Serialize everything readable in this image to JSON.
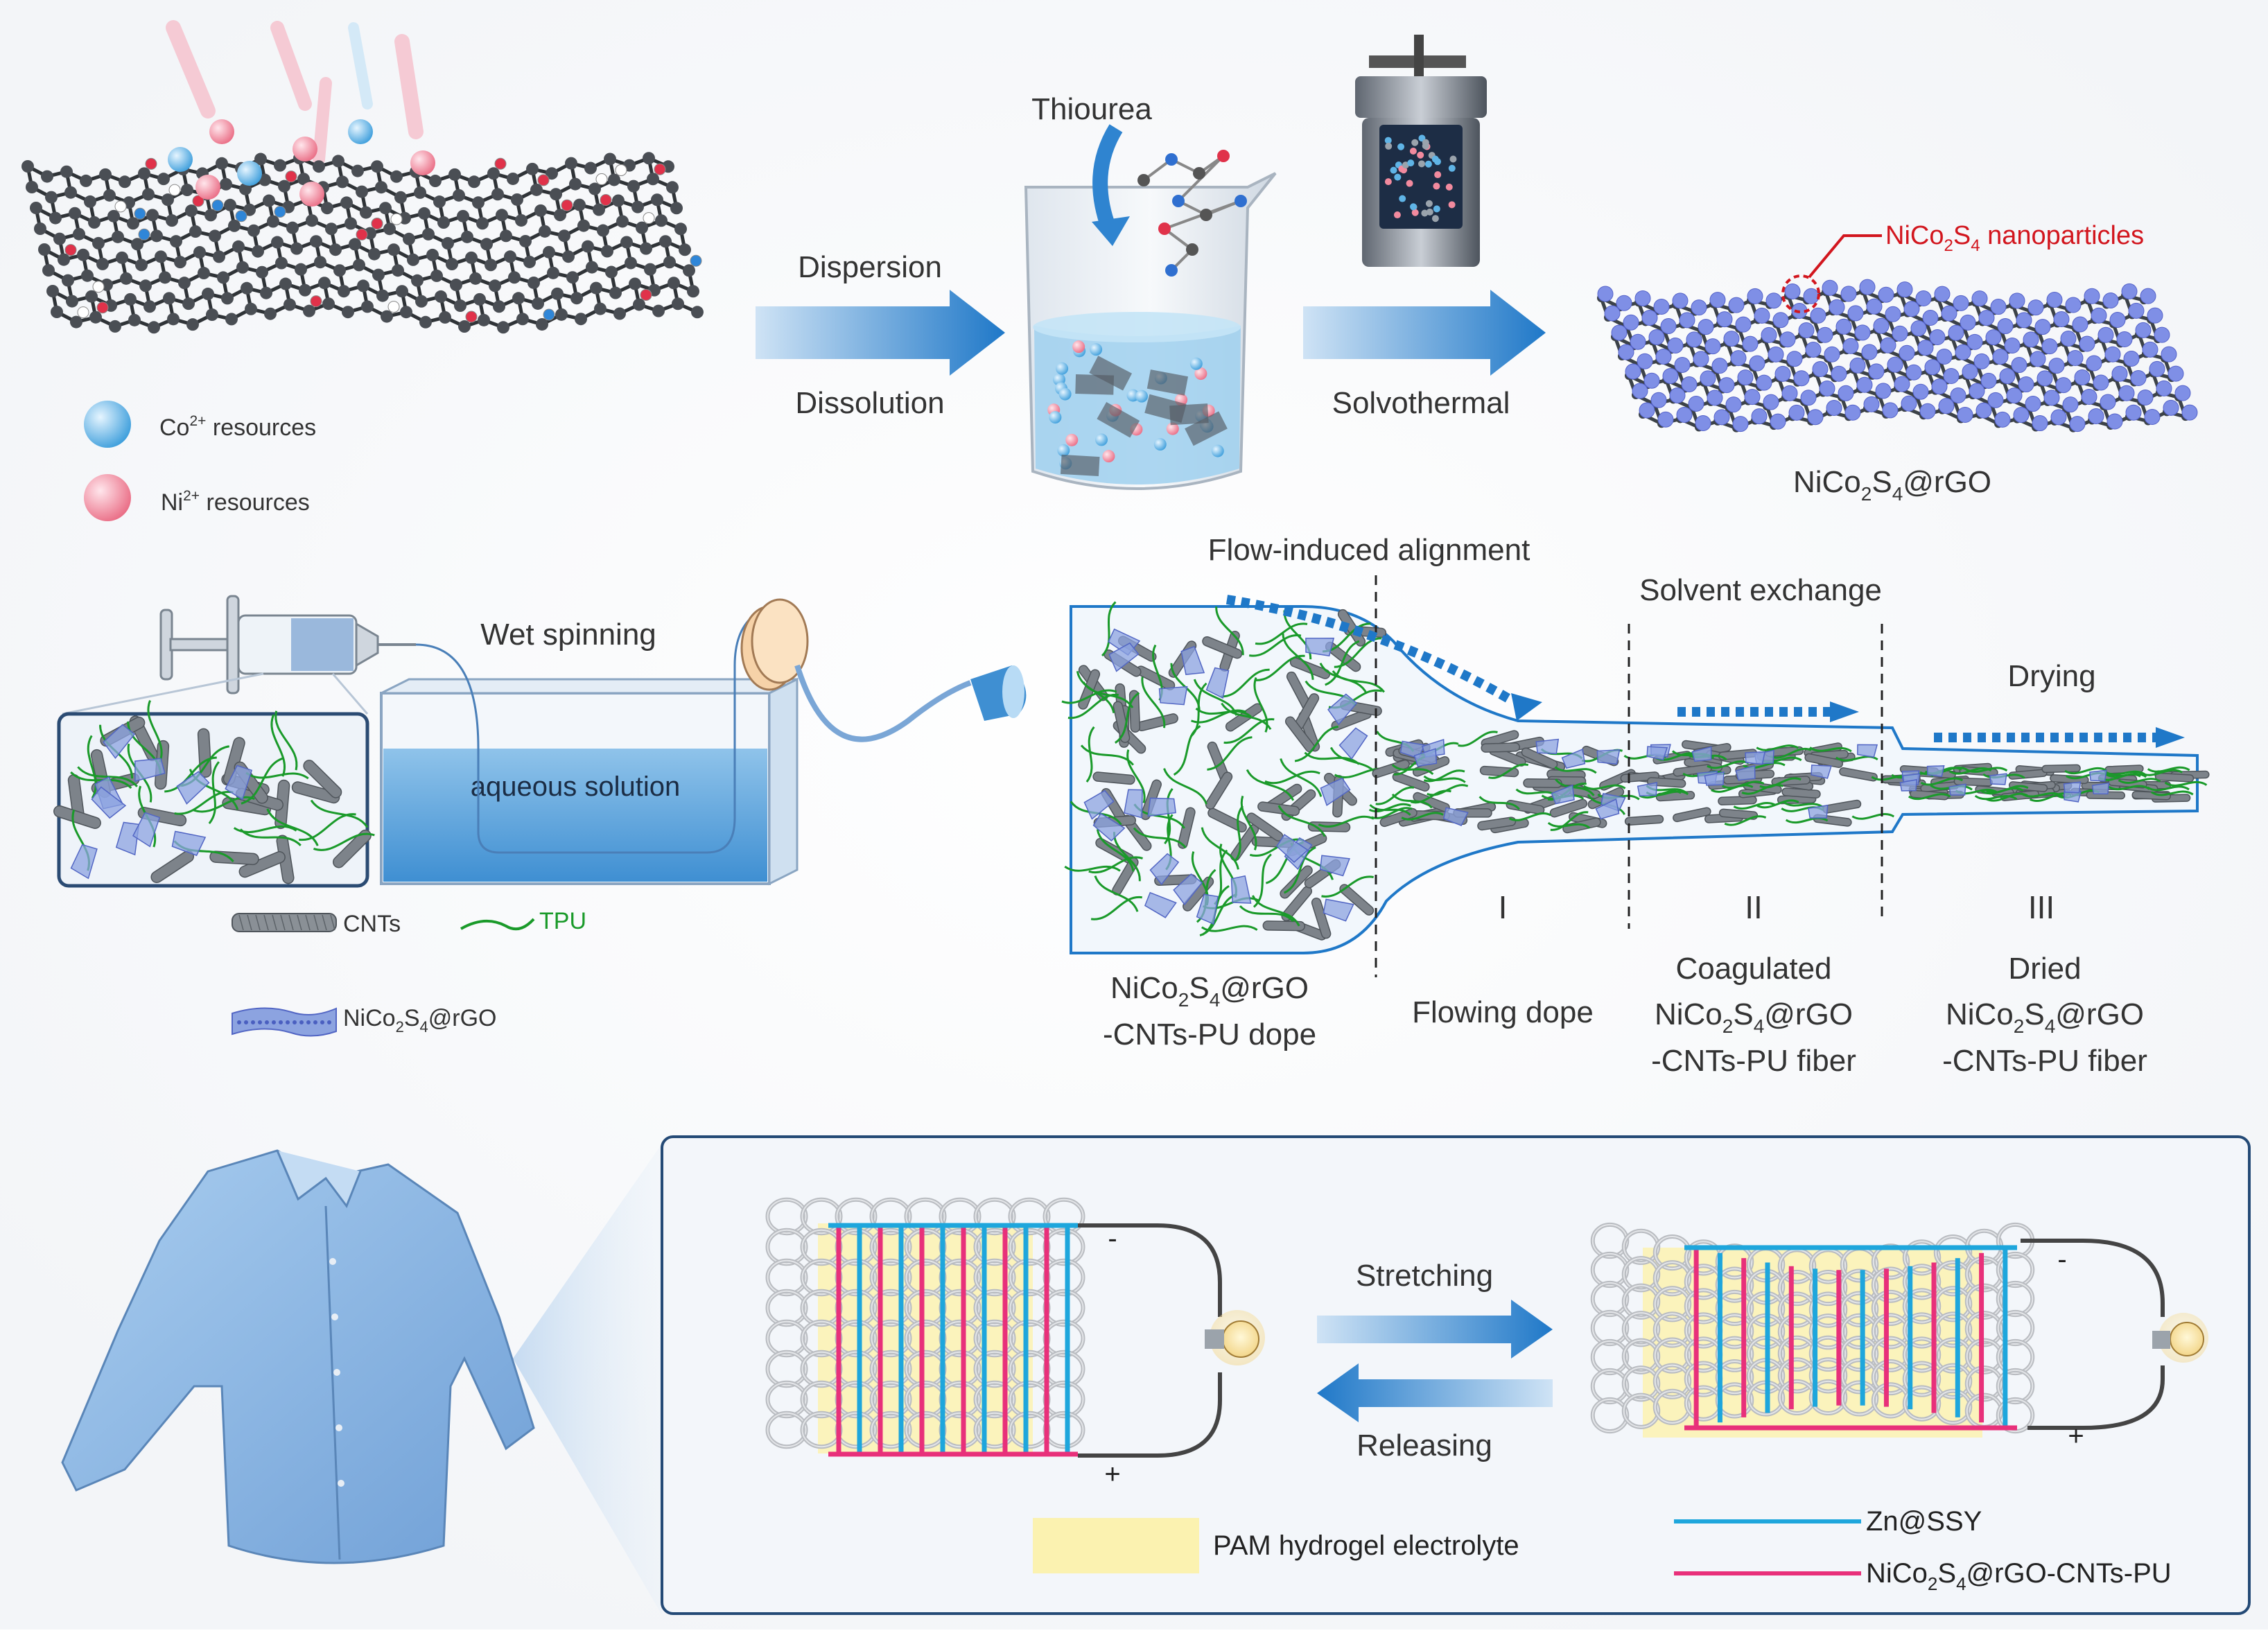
{
  "top_row": {
    "label_thiourea": "Thiourea",
    "label_dispersion": "Dispersion",
    "label_dissolution": "Dissolution",
    "label_solvothermal": "Solvothermal",
    "label_nanoparticles": "NiCo2S4 nanoparticles",
    "label_product": "NiCo2S4@rGO",
    "legend_co": "Co2+ resources",
    "legend_ni": "Ni2+ resources"
  },
  "middle_row": {
    "label_wet_spinning": "Wet spinning",
    "label_aqueous": "aqueous solution",
    "legend_cnts": "CNTs",
    "legend_tpu": "TPU",
    "legend_composite": "NiCo2S4@rGO",
    "label_flow_alignment": "Flow-induced alignment",
    "label_solvent_exchange": "Solvent exchange",
    "label_drying": "Drying",
    "stage_i": "I",
    "stage_ii": "II",
    "stage_iii": "III",
    "dope_line1": "NiCo2S4@rGO",
    "dope_line2": "-CNTs-PU dope",
    "flowing_dope": "Flowing dope",
    "coag_line1": "Coagulated",
    "coag_line2": "NiCo2S4@rGO",
    "coag_line3": "-CNTs-PU fiber",
    "dried_line1": "Dried",
    "dried_line2": "NiCo2S4@rGO",
    "dried_line3": "-CNTs-PU fiber"
  },
  "bottom_row": {
    "label_stretching": "Stretching",
    "label_releasing": "Releasing",
    "minus": "-",
    "plus": "+",
    "legend_pam": "PAM hydrogel electrolyte",
    "legend_zn": "Zn@SSY",
    "legend_nico": "NiCo2S4@rGO-CNTs-PU"
  },
  "colors": {
    "arrow_blue": "#1f78c8",
    "co_blue": "#5fb4e6",
    "ni_pink": "#f28a9e",
    "nanoparticle_red": "#d2161e",
    "tpu_green": "#1a9a2a",
    "zn_cyan": "#1ea6dc",
    "nico_magenta": "#e8307a",
    "pam_yellow": "#fbf2b0"
  }
}
